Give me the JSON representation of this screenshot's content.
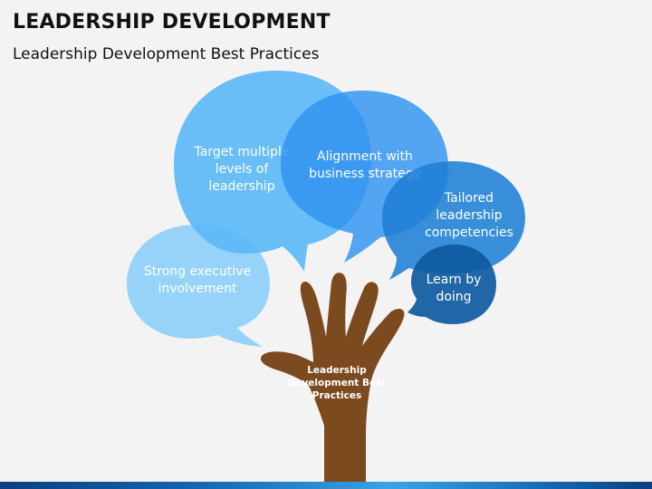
{
  "header": {
    "title": "LEADERSHIP DEVELOPMENT",
    "subtitle": "Leadership Development Best Practices"
  },
  "hand": {
    "label_lines": [
      "Leadership",
      "Development Best",
      "Practices"
    ],
    "color": "#7b4a1e"
  },
  "bubbles": [
    {
      "id": "strong-executive",
      "lines": [
        "Strong executive",
        "involvement"
      ],
      "color": "#8fd0fa"
    },
    {
      "id": "target-multiple",
      "lines": [
        "Target multiple",
        "levels of",
        "leadership"
      ],
      "color": "#5ab8f7"
    },
    {
      "id": "alignment",
      "lines": [
        "Alignment with",
        "business strategy"
      ],
      "color": "#2f93f0"
    },
    {
      "id": "tailored",
      "lines": [
        "Tailored",
        "leadership",
        "competencies"
      ],
      "color": "#1f7fd6"
    },
    {
      "id": "learn-by-doing",
      "lines": [
        "Learn by",
        "doing"
      ],
      "color": "#0f5aa0"
    }
  ]
}
